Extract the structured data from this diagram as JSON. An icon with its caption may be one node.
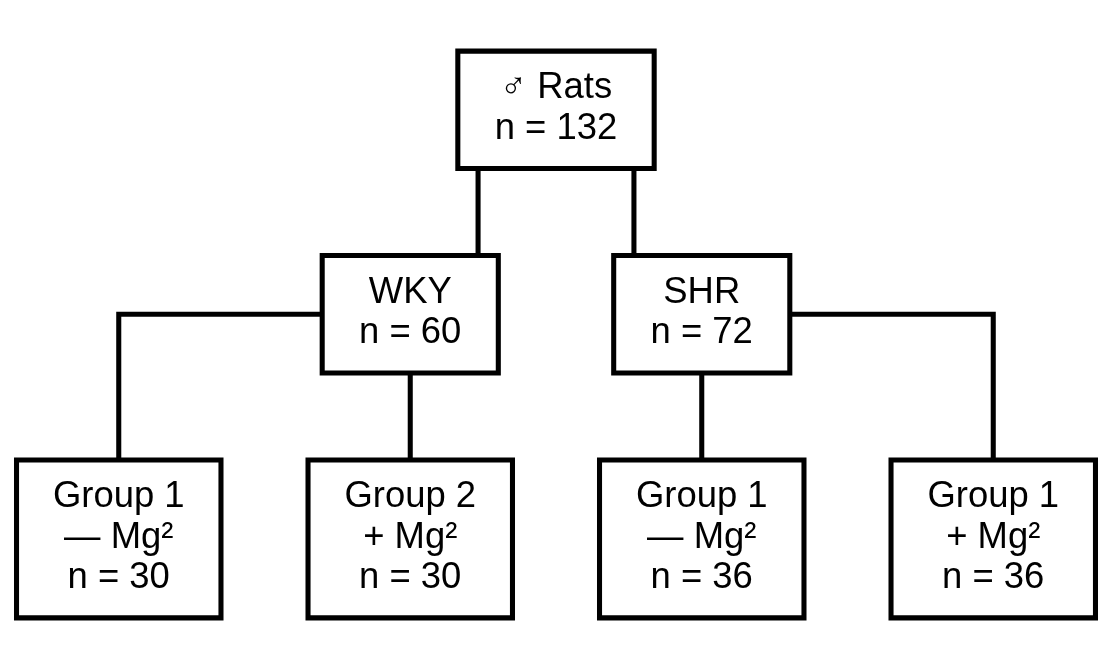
{
  "diagram": {
    "nodes": [
      {
        "text": [
          "♂ Rats",
          "n = 132"
        ]
      },
      {
        "text": [
          "WKY",
          "n = 60"
        ]
      },
      {
        "text": [
          "SHR",
          "n = 72"
        ]
      },
      {
        "text": [
          "Group 1",
          "— Mg²",
          "n = 30"
        ]
      },
      {
        "text": [
          "Group 2",
          "+ Mg²",
          "n = 30"
        ]
      },
      {
        "text": [
          "Group 1",
          "— Mg²",
          "n = 36"
        ]
      },
      {
        "text": [
          "Group 1",
          "+ Mg²",
          "n = 36"
        ]
      }
    ],
    "edges": [
      {
        "from": 0,
        "to": 1,
        "arrow": "none"
      },
      {
        "from": 0,
        "to": 2,
        "arrow": "none"
      },
      {
        "from": 1,
        "to": 3,
        "arrow": "none"
      },
      {
        "from": 1,
        "to": 4,
        "arrow": "none"
      },
      {
        "from": 2,
        "to": 5,
        "arrow": "none"
      },
      {
        "from": 2,
        "to": 6,
        "arrow": "none"
      }
    ]
  }
}
